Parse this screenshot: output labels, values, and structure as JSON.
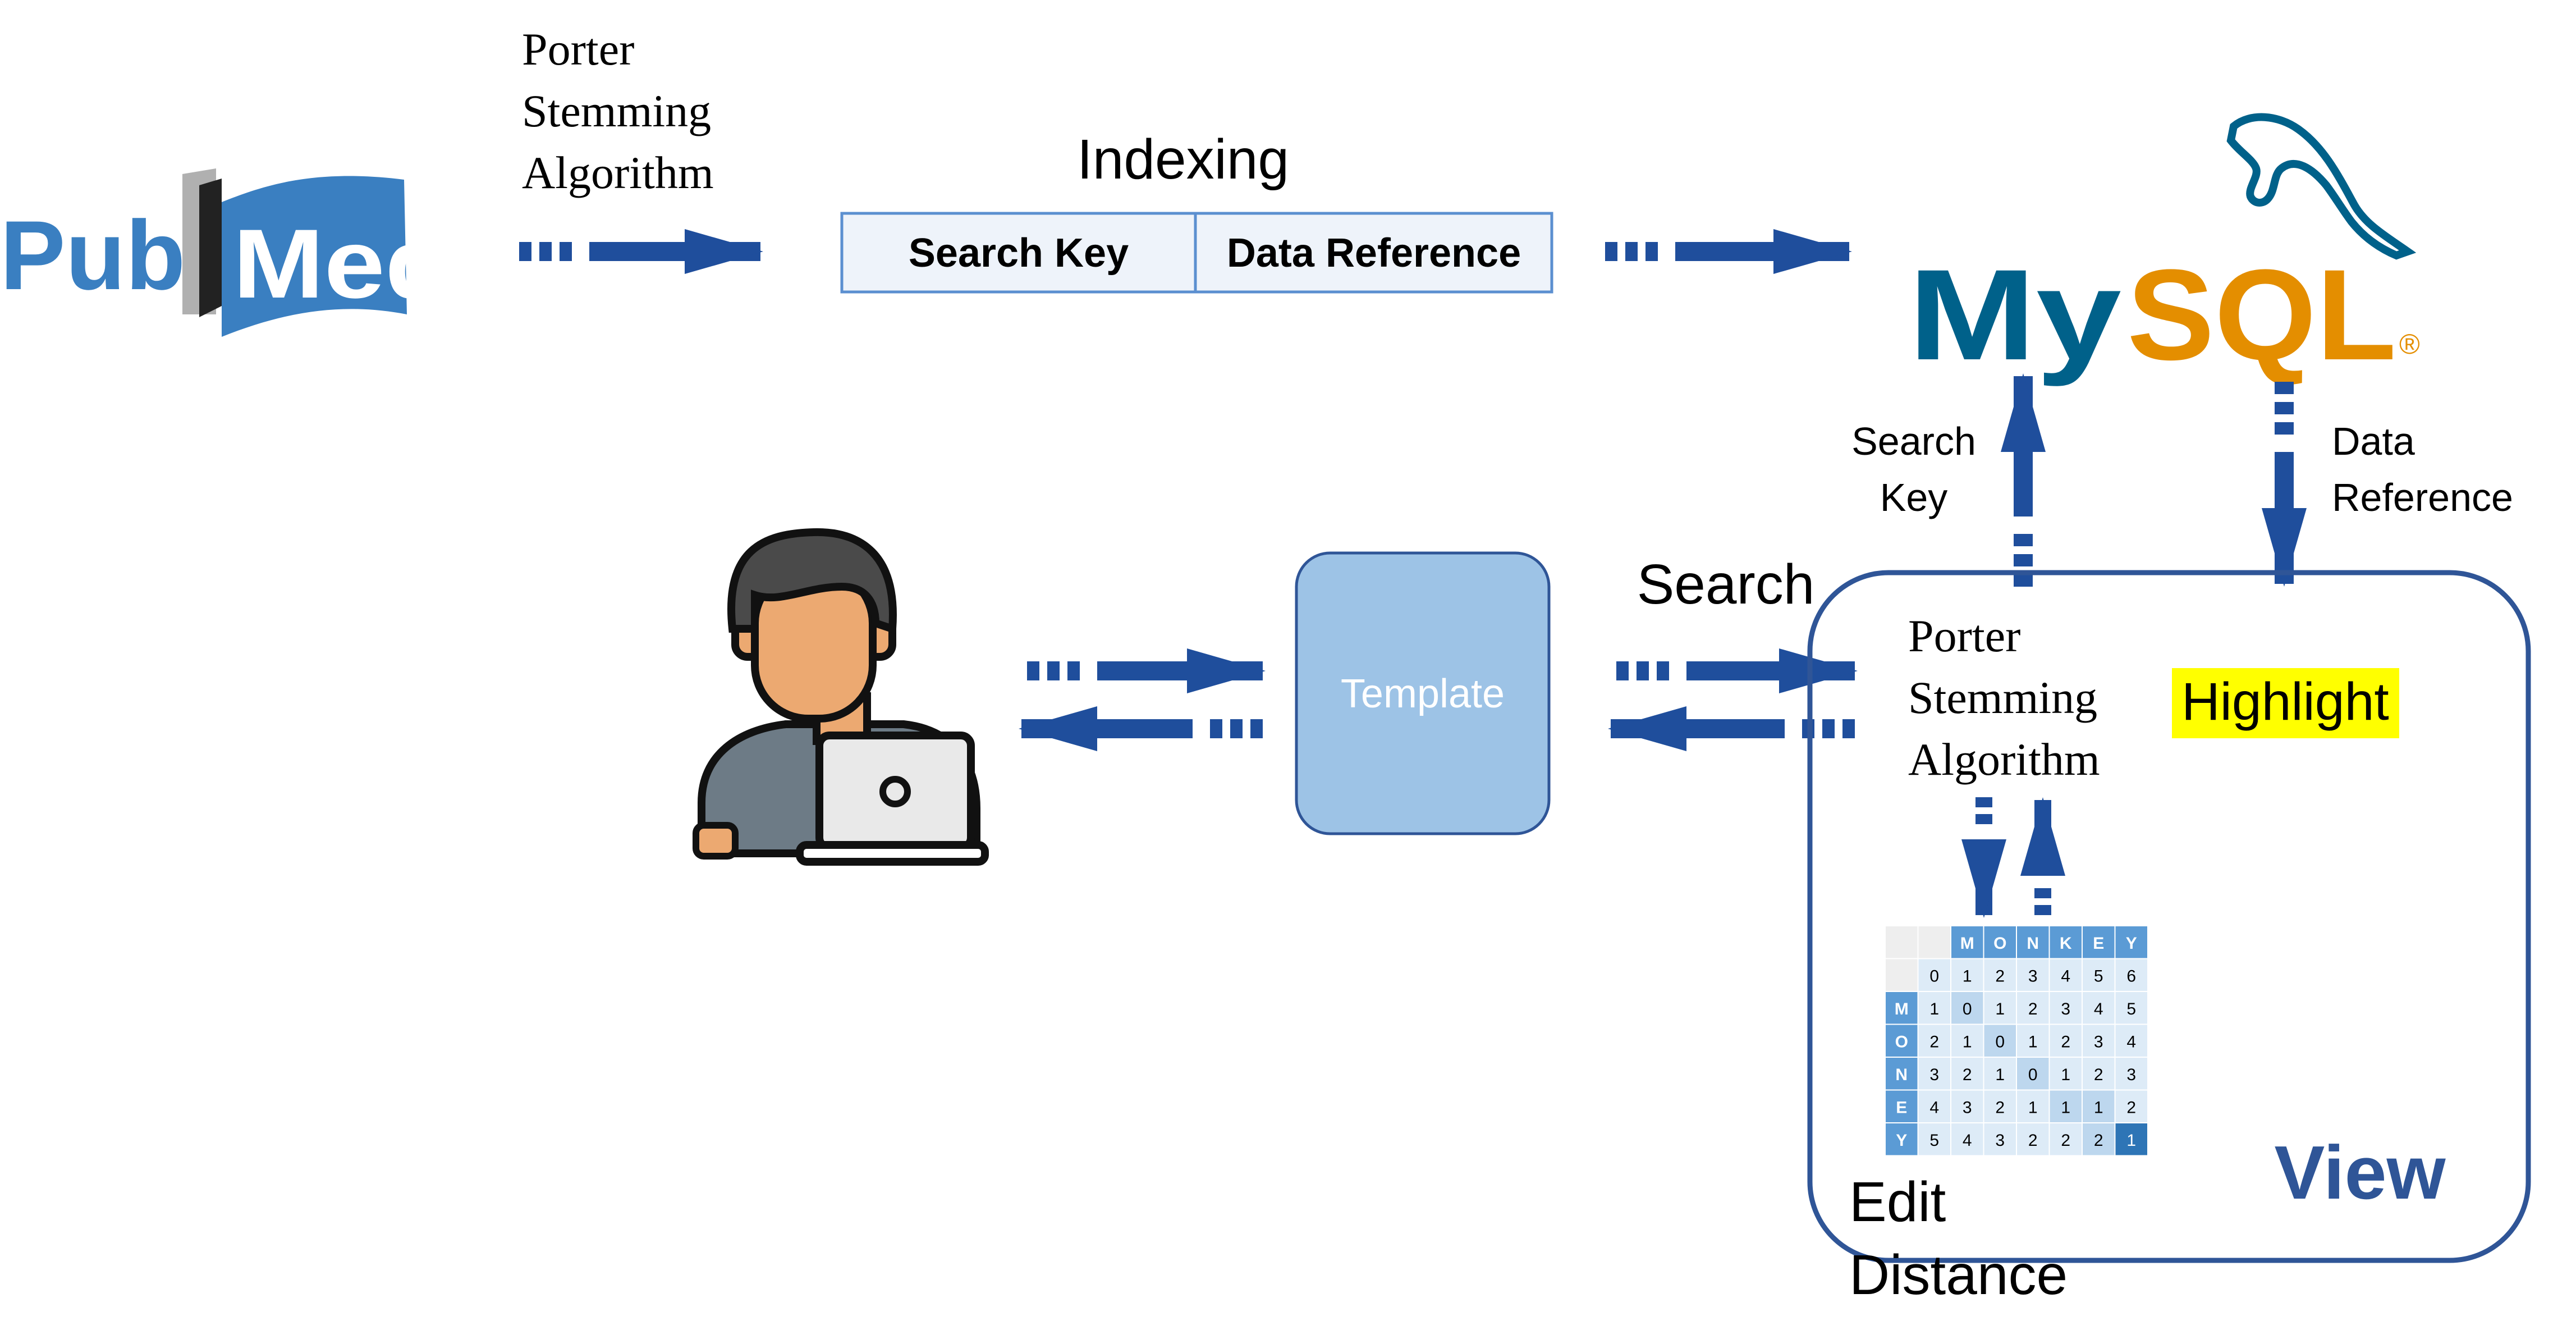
{
  "pubmed": {
    "part1": "Pub",
    "part2": "Med"
  },
  "porter_top": {
    "line1": "Porter",
    "line2": "Stemming",
    "line3": "Algorithm"
  },
  "indexing": {
    "title": "Indexing",
    "col1": "Search Key",
    "col2": "Data Reference"
  },
  "mysql": {
    "my": "My",
    "sql": "SQL",
    "reg": "®"
  },
  "search_key_label": {
    "line1": "Search",
    "line2": "Key"
  },
  "data_reference_label": {
    "line1": "Data",
    "line2": "Reference"
  },
  "template_label": "Template",
  "search_label": "Search",
  "view": {
    "porter": {
      "line1": "Porter",
      "line2": "Stemming",
      "line3": "Algorithm"
    },
    "highlight": "Highlight",
    "edit_distance": {
      "line1": "Edit",
      "line2": "Distance"
    },
    "title": "View"
  },
  "edit_matrix": {
    "col_letters": [
      "M",
      "O",
      "N",
      "K",
      "E",
      "Y"
    ],
    "row_letters": [
      "M",
      "O",
      "N",
      "E",
      "Y"
    ],
    "header_row": [
      "0",
      "1",
      "2",
      "3",
      "4",
      "5",
      "6"
    ],
    "rows": [
      [
        "1",
        "0",
        "1",
        "2",
        "3",
        "4",
        "5"
      ],
      [
        "2",
        "1",
        "0",
        "1",
        "2",
        "3",
        "4"
      ],
      [
        "3",
        "2",
        "1",
        "0",
        "1",
        "2",
        "3"
      ],
      [
        "4",
        "3",
        "2",
        "1",
        "1",
        "1",
        "2"
      ],
      [
        "5",
        "4",
        "3",
        "2",
        "2",
        "2",
        "1"
      ]
    ]
  },
  "colors": {
    "arrow": "#1f4e9c",
    "pubmed_blue": "#3a7fc1",
    "mysql_blue": "#00618a",
    "mysql_orange": "#e48e00",
    "template_fill": "#9dc3e6",
    "view_border": "#2f5597",
    "highlight_bg": "#ffff00",
    "matrix_letter": "#5b9bd5"
  }
}
